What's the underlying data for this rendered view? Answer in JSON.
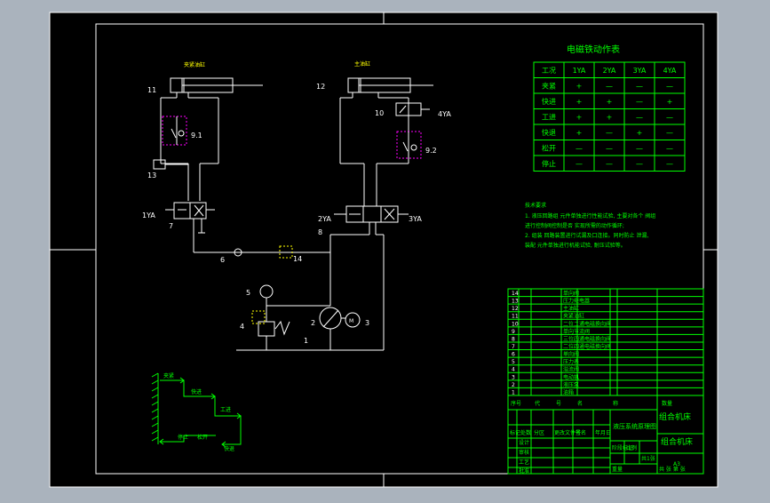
{
  "colors": {
    "bg_outer": "#aab3bd",
    "sheet": "#000000",
    "line": "#ffffff",
    "green": "#00ff00",
    "magenta": "#ff00ff"
  },
  "hydraulic": {
    "cyl_left_name": "夹紧油缸",
    "cyl_right_name": "主油缸",
    "labels": {
      "n11": "11",
      "n12": "12",
      "n10": "10",
      "n4ya": "4YA",
      "n91": "9.1",
      "n92": "9.2",
      "n13": "13",
      "n1ya": "1YA",
      "n7": "7",
      "n2ya": "2YA",
      "n3ya": "3YA",
      "n8": "8",
      "n6": "6",
      "n14": "14",
      "n5": "5",
      "n4": "4",
      "n2": "2",
      "n3": "3",
      "n1": "1",
      "motor": "M"
    }
  },
  "table": {
    "title": "电磁铁动作表",
    "headers": [
      "工况",
      "1YA",
      "2YA",
      "3YA",
      "4YA"
    ],
    "rows": [
      [
        "夹紧",
        "+",
        "—",
        "—",
        "—"
      ],
      [
        "快进",
        "+",
        "+",
        "—",
        "+"
      ],
      [
        "工进",
        "+",
        "+",
        "—",
        "—"
      ],
      [
        "快退",
        "+",
        "—",
        "+",
        "—"
      ],
      [
        "松开",
        "—",
        "—",
        "—",
        "—"
      ],
      [
        "停止",
        "—",
        "—",
        "—",
        "—"
      ]
    ]
  },
  "tech": {
    "title": "技术要求",
    "lines": [
      "1. 液压回路组 元件单独进行性能试验, 主要对各个 阀组",
      "进行控制阀控制是否 实现所需的动作循环;",
      "2. 组装 回路装置进行试漏及口连接。同时防止 泄漏,",
      "装配 元件单独进行机能试验, 耐压试验等。"
    ]
  },
  "cycle": {
    "labels": {
      "jiajin": "夹紧",
      "kuaijin": "快进",
      "gongjin": "工进",
      "tingzhi": "停止",
      "songkai": "松开",
      "kuaitui": "快退"
    }
  },
  "parts": {
    "rows": [
      {
        "no": "14",
        "name": "单向阀"
      },
      {
        "no": "13",
        "name": "压力继电器"
      },
      {
        "no": "12",
        "name": "主油缸"
      },
      {
        "no": "11",
        "name": "夹紧油缸"
      },
      {
        "no": "10",
        "name": "二位二通电磁换向阀"
      },
      {
        "no": "9",
        "name": "单向节流阀"
      },
      {
        "no": "8",
        "name": "三位四通电磁换向阀"
      },
      {
        "no": "7",
        "name": "二位四通电磁换向阀"
      },
      {
        "no": "6",
        "name": "单向阀"
      },
      {
        "no": "5",
        "name": "压力表"
      },
      {
        "no": "4",
        "name": "溢流阀"
      },
      {
        "no": "3",
        "name": "电动机"
      },
      {
        "no": "2",
        "name": "液压泵"
      },
      {
        "no": "1",
        "name": "油箱"
      }
    ]
  },
  "title_block": {
    "header_cols": [
      "序号",
      "代",
      "号",
      "名",
      "称",
      "数量"
    ],
    "right_title_1": "组合机床",
    "drawing_name": "液压系统原理图",
    "right_title_2": "组合机床",
    "scale_label": "比例",
    "qty_label": "共1张",
    "sheet_code": "A3",
    "designer": "设计",
    "checker": "审核",
    "tiny_a": "标记",
    "tiny_b": "处数",
    "tiny_c": "分区",
    "tiny_d": "更改文件号",
    "tiny_e": "签名",
    "tiny_f": "年月日",
    "stage_mark": "阶段标记",
    "weight": "重量",
    "sheets": "共 张 第 张",
    "approve": "批准",
    "craft": "工艺"
  }
}
